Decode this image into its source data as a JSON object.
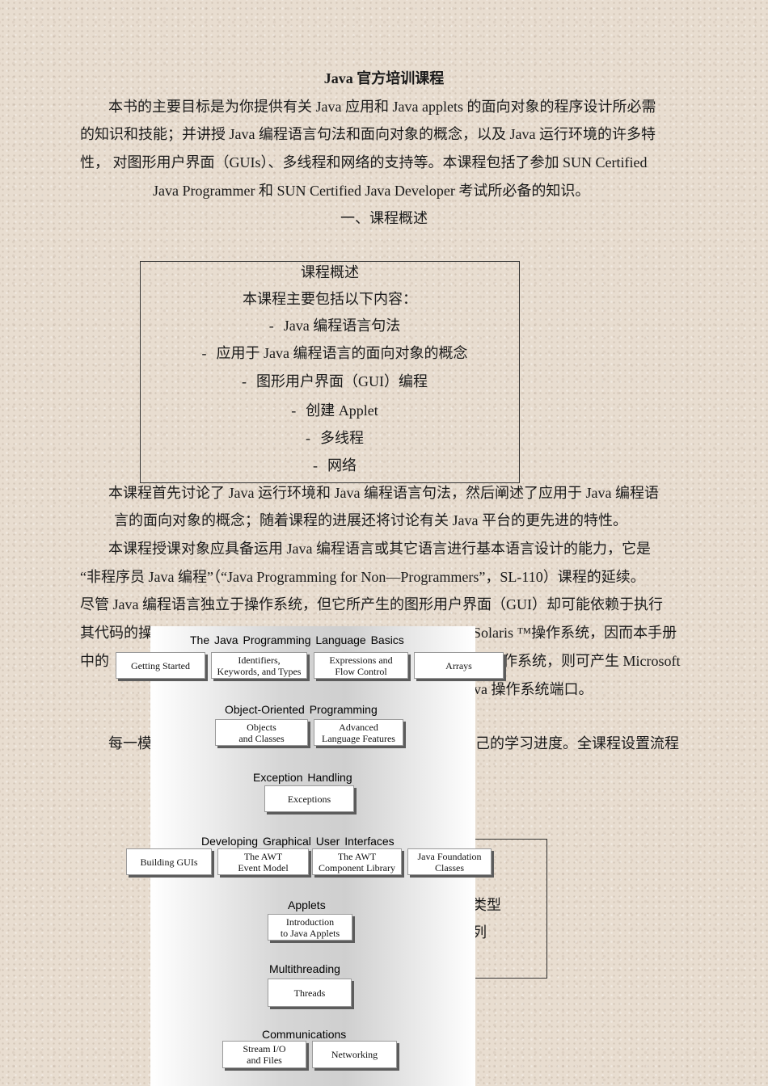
{
  "doc": {
    "title": "Java 官方培训课程",
    "intro": [
      "本书的主要目标是为你提供有关 Java 应用和 Java applets 的面向对象的程序设计所必需",
      "的知识和技能；并讲授 Java 编程语言句法和面向对象的概念，以及 Java 运行环境的许多特",
      "性， 对图形用户界面（GUIs）、多线程和网络的支持等。本课程包括了参加 SUN Certified",
      "Java Programmer 和 SUN Certified Java Developer 考试所必备的知识。"
    ],
    "section_heading": "一、课程概述",
    "box": {
      "title": "课程概述",
      "subtitle": "本课程主要包括以下内容：",
      "dash": "-",
      "items": [
        "Java 编程语言句法",
        "应用于 Java 编程语言的面向对象的概念",
        "图形用户界面（GUI）编程",
        "创建 Applet",
        "多线程",
        "网络"
      ]
    },
    "para2": [
      "本课程首先讨论了 Java 运行环境和 Java 编程语言句法，然后阐述了应用于 Java 编程语",
      "言的面向对象的概念；随着课程的进展还将讨论有关 Java 平台的更先进的特性。"
    ],
    "para3": [
      "本课程授课对象应具备运用 Java 编程语言或其它语言进行基本语言设计的能力，它是",
      "“非程序员 Java 编程”（“Java Programming for Non—Programmers”，SL-110）课程的延续。",
      "尽管 Java 编程语言独立于操作系统，但它所产生的图形用户界面（GUI）却可能依赖于执行",
      "其代码的操",
      "Solaris ™操作系统，因而本手册",
      "中的",
      "作系统，则可产生 Microsoft",
      "va 操作系统端口。"
    ],
    "para4_visible": [
      "每一模",
      "己的学习进度。全课程设置流程"
    ],
    "right_fragments": [
      "类型",
      "列"
    ]
  },
  "diagram": {
    "sections": [
      "The Java Programming Language Basics",
      "Object-Oriented Programming",
      "Exception Handling",
      "Developing Graphical User Interfaces",
      "Applets",
      "Multithreading",
      "Communications"
    ],
    "nodes": {
      "getting_started": "Getting Started",
      "identifiers": "Identifiers,\nKeywords, and Types",
      "expressions": "Expressions and\nFlow Control",
      "arrays": "Arrays",
      "objects": "Objects\nand Classes",
      "advanced": "Advanced\nLanguage Features",
      "exceptions": "Exceptions",
      "building_guis": "Building GUIs",
      "awt_event": "The AWT\nEvent Model",
      "awt_component": "The AWT\nComponent Library",
      "jfc": "Java Foundation\nClasses",
      "intro_applets": "Introduction\nto Java Applets",
      "threads": "Threads",
      "stream_io": "Stream I/O\nand Files",
      "networking": "Networking"
    }
  }
}
